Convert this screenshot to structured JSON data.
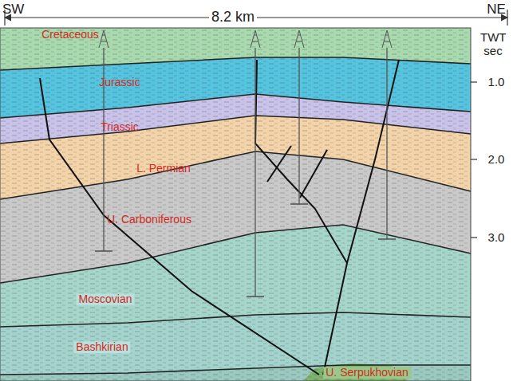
{
  "diagram": {
    "labels": [
      "SW",
      "8.2 km",
      "NE",
      "Cretaceous",
      "Jurassic",
      "Triassic",
      "L. Permian",
      "U. Carboniferous",
      "Moscovian",
      "Bashkirian",
      "U. Serpukhovian",
      "TWT sec",
      "1.0",
      "2.0",
      "3.0"
    ]
  }
}
